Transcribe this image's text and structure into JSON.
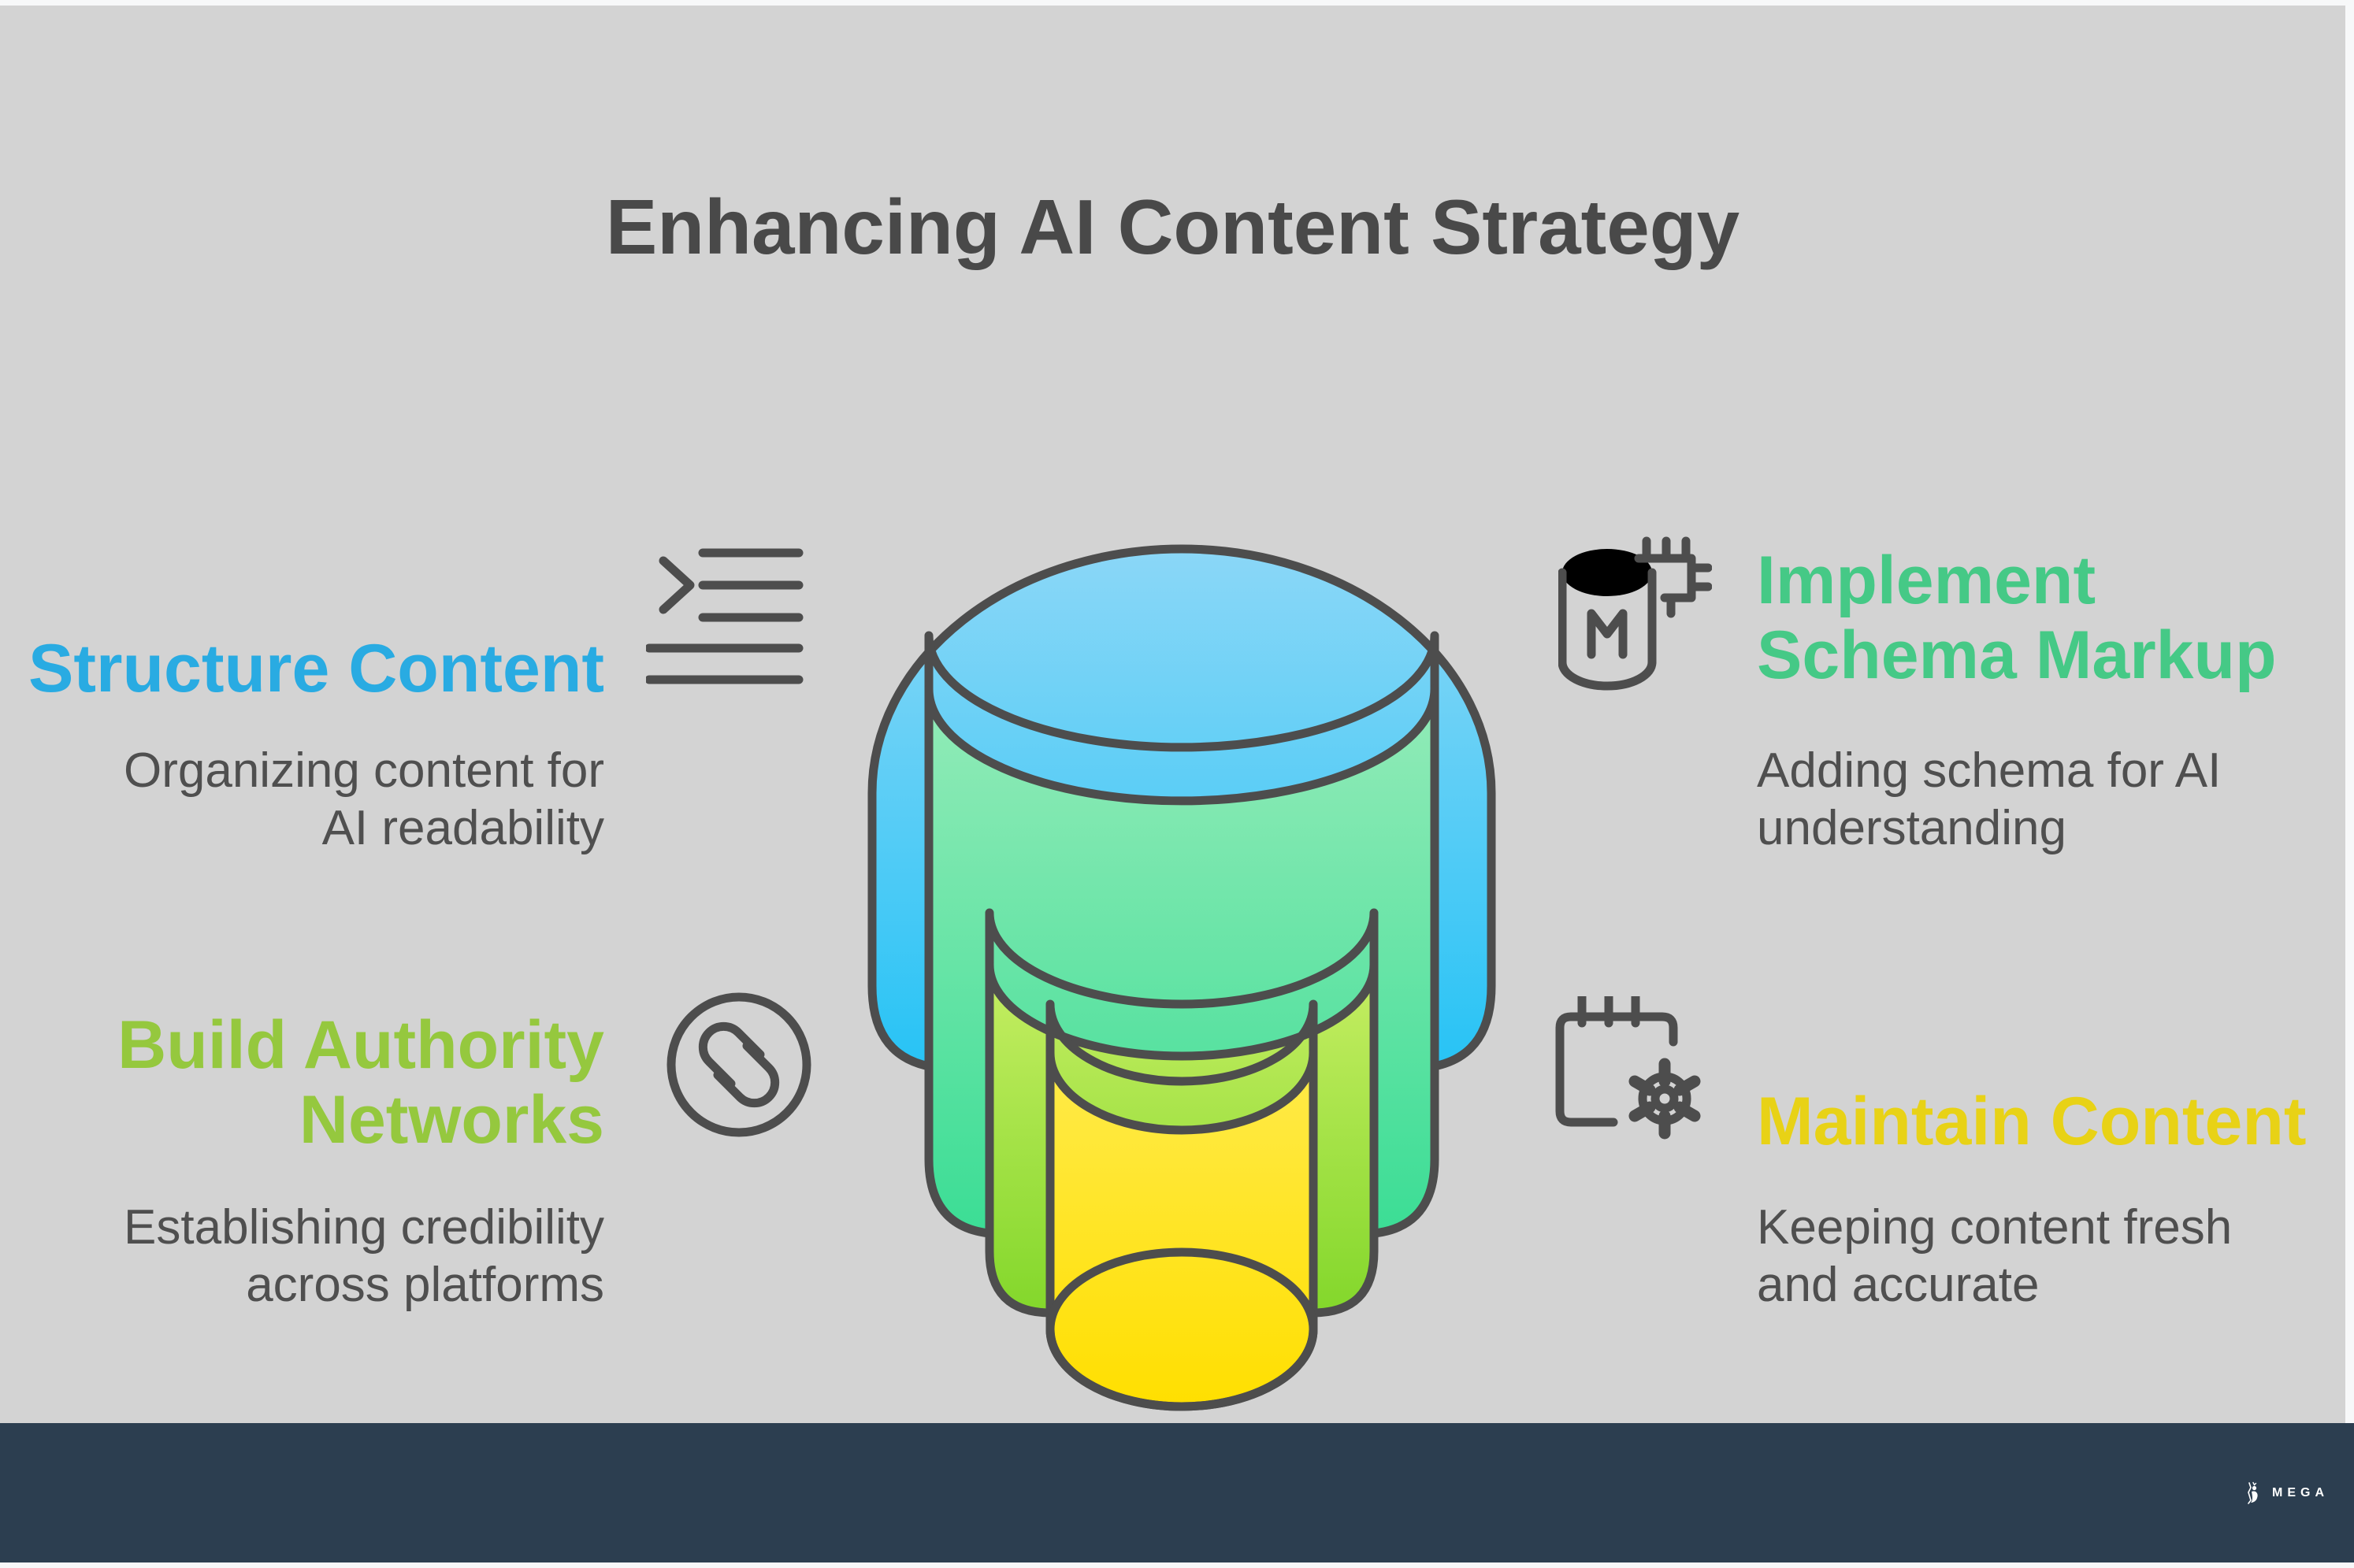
{
  "title": "Enhancing AI Content Strategy",
  "sections": {
    "structure": {
      "heading_lines": [
        "Structure Content"
      ],
      "description_lines": [
        "Organizing content for",
        "AI readability"
      ],
      "color": "#29ABE2",
      "icon": "indent-list-icon"
    },
    "schema": {
      "heading_lines": [
        "Implement",
        "Schema Markup"
      ],
      "description_lines": [
        "Adding schema for AI",
        "understanding"
      ],
      "color": "#45C986",
      "icon": "database-schema-icon"
    },
    "authority": {
      "heading_lines": [
        "Build Authority",
        "Networks"
      ],
      "description_lines": [
        "Establishing credibility",
        "across platforms"
      ],
      "color": "#95C83E",
      "icon": "linked-rings-icon"
    },
    "maintain": {
      "heading_lines": [
        "Maintain Content"
      ],
      "description_lines": [
        "Keeping content fresh",
        "and accurate"
      ],
      "color": "#E8D216",
      "icon": "calendar-gear-icon"
    }
  },
  "funnel": {
    "outline": "#4D4D4D",
    "tiers": [
      {
        "name": "structure-tier",
        "top": "#8BD7F7",
        "bottom": "#27C3F5"
      },
      {
        "name": "schema-tier",
        "top": "#93EBB8",
        "bottom": "#3BDD95"
      },
      {
        "name": "authority-tier",
        "top": "#C6EE63",
        "bottom": "#83D72B"
      },
      {
        "name": "maintain-tier",
        "top": "#FFEC55",
        "bottom": "#FFDF00"
      }
    ]
  },
  "footer": {
    "brand": "MEGA",
    "background": "#2C3E50"
  },
  "colors": {
    "page": "#F7F8F9",
    "canvas": "#D3D3D3",
    "title": "#494949",
    "body_text": "#4F4F4F",
    "icon_stroke": "#4D4D4D"
  }
}
